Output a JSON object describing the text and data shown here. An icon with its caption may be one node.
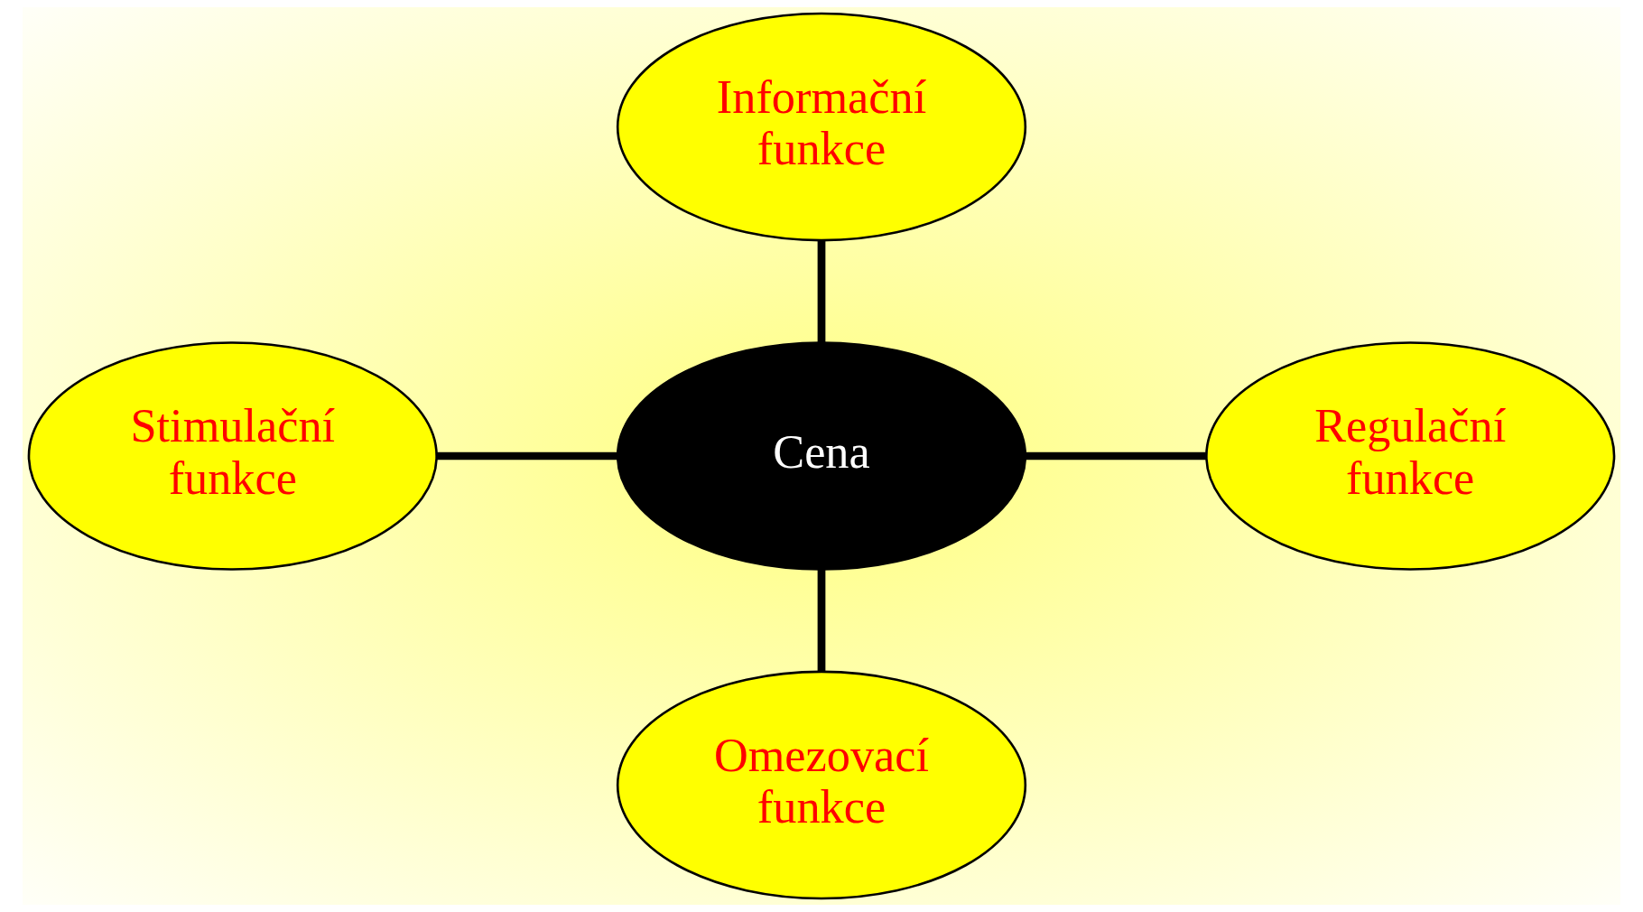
{
  "diagram": {
    "nodes": [
      {
        "text": [
          "Informační funkce"
        ]
      },
      {
        "text": [
          "Stimulační funkce"
        ]
      },
      {
        "text": [
          "Cena"
        ]
      },
      {
        "text": [
          "Regulační funkce"
        ]
      },
      {
        "text": [
          "Omezovací funkce"
        ]
      }
    ],
    "edges": [
      {
        "from": 2,
        "to": 0,
        "arrow": "none"
      },
      {
        "from": 1,
        "to": 2,
        "arrow": "none"
      },
      {
        "from": 2,
        "to": 3,
        "arrow": "none"
      },
      {
        "from": 2,
        "to": 4,
        "arrow": "none"
      }
    ]
  }
}
